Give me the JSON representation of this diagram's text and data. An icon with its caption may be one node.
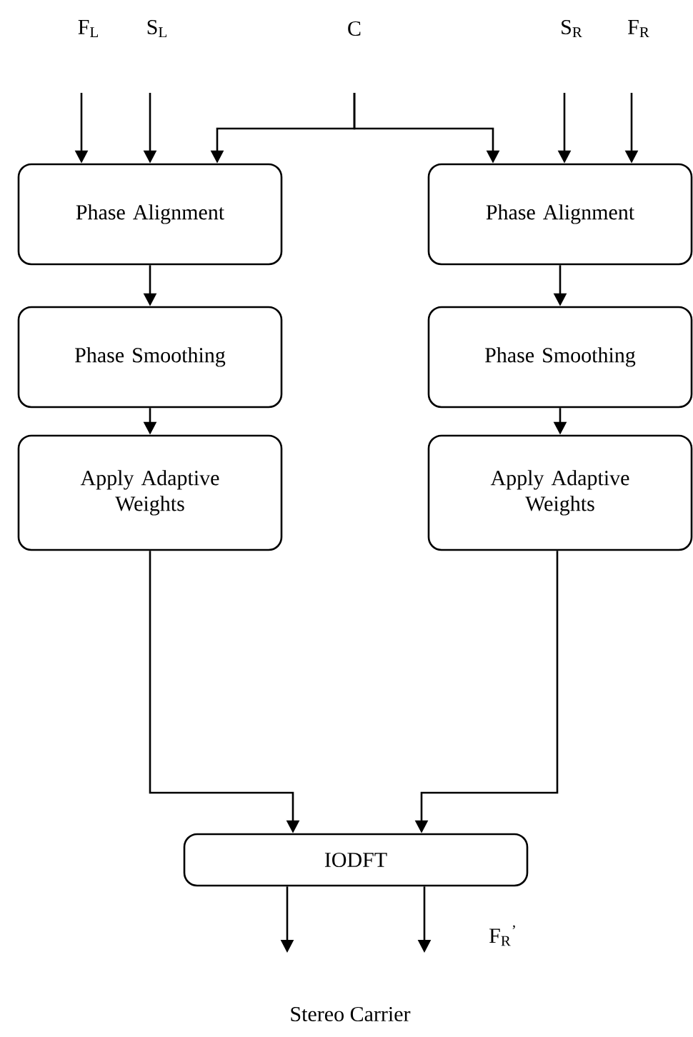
{
  "diagram": {
    "nodes": [
      {
        "text": [
          "Phase Alignment"
        ]
      },
      {
        "text": [
          "Phase Alignment"
        ]
      },
      {
        "text": [
          "Phase Smoothing"
        ]
      },
      {
        "text": [
          "Phase Smoothing"
        ]
      },
      {
        "text": [
          "Apply Adaptive Weights"
        ]
      },
      {
        "text": [
          "Apply Adaptive Weights"
        ]
      },
      {
        "text": [
          "IODFT"
        ]
      }
    ],
    "edges": [
      {
        "from": null,
        "to": 0,
        "arrow": "to"
      },
      {
        "from": null,
        "to": 0,
        "arrow": "to"
      },
      {
        "from": null,
        "to": 0,
        "arrow": "to"
      },
      {
        "from": null,
        "to": 1,
        "arrow": "to"
      },
      {
        "from": null,
        "to": 1,
        "arrow": "to"
      },
      {
        "from": null,
        "to": 1,
        "arrow": "to"
      },
      {
        "from": 0,
        "to": 2,
        "arrow": "to"
      },
      {
        "from": 1,
        "to": 3,
        "arrow": "to"
      },
      {
        "from": 2,
        "to": 4,
        "arrow": "to"
      },
      {
        "from": 3,
        "to": 5,
        "arrow": "to"
      },
      {
        "from": 4,
        "to": 6,
        "arrow": "to"
      },
      {
        "from": 5,
        "to": 6,
        "arrow": "to"
      },
      {
        "from": 6,
        "to": null,
        "arrow": "to"
      },
      {
        "from": 6,
        "to": null,
        "arrow": "to"
      }
    ],
    "labels": [
      "F$_{L}$",
      "S$_{L}$",
      "C",
      "S$_{R}$",
      "F$_{R}$",
      "F$_{R}$$^{’}$",
      "Stereo Carrier"
    ]
  }
}
